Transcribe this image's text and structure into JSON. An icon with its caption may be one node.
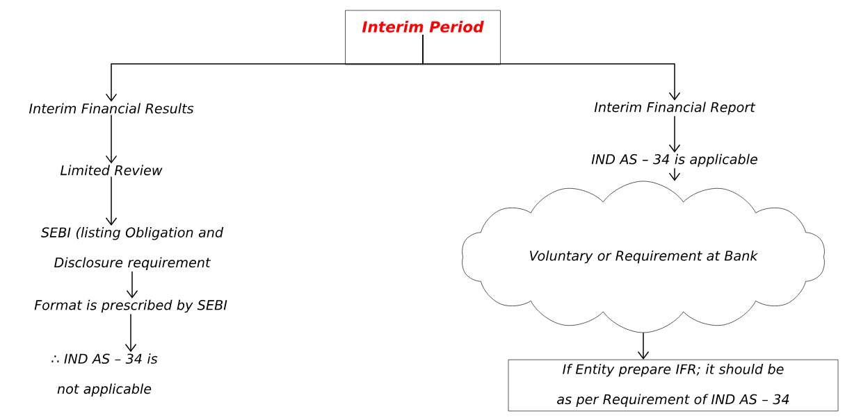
{
  "diagram": {
    "nodes": [
      {
        "text": [
          "Interim Period"
        ]
      },
      {
        "text": [
          "Interim Financial Results"
        ]
      },
      {
        "text": [
          "Limited Review"
        ]
      },
      {
        "text": [
          "SEBI (listing Obligation and Disclosure requirement"
        ]
      },
      {
        "text": [
          "Format is prescribed by SEBI"
        ]
      },
      {
        "text": [
          "∴ IND AS – 34 is not applicable"
        ]
      },
      {
        "text": [
          "Interim Financial Report"
        ]
      },
      {
        "text": [
          "IND AS – 34 is applicable"
        ]
      },
      {
        "text": [
          "Voluntary or Requirement at Bank"
        ]
      },
      {
        "text": [
          "If Entity prepare IFR; it should be as per Requirement of IND AS – 34"
        ]
      }
    ],
    "edges": [
      {
        "from": 0,
        "to": 1,
        "arrow": "to"
      },
      {
        "from": 0,
        "to": 6,
        "arrow": "to"
      },
      {
        "from": 1,
        "to": 2,
        "arrow": "to"
      },
      {
        "from": 2,
        "to": 3,
        "arrow": "to"
      },
      {
        "from": 3,
        "to": 4,
        "arrow": "to"
      },
      {
        "from": 4,
        "to": 5,
        "arrow": "to"
      },
      {
        "from": 6,
        "to": 7,
        "arrow": "to"
      },
      {
        "from": 7,
        "to": 8,
        "arrow": "to"
      },
      {
        "from": 8,
        "to": 9,
        "arrow": "to"
      }
    ]
  }
}
